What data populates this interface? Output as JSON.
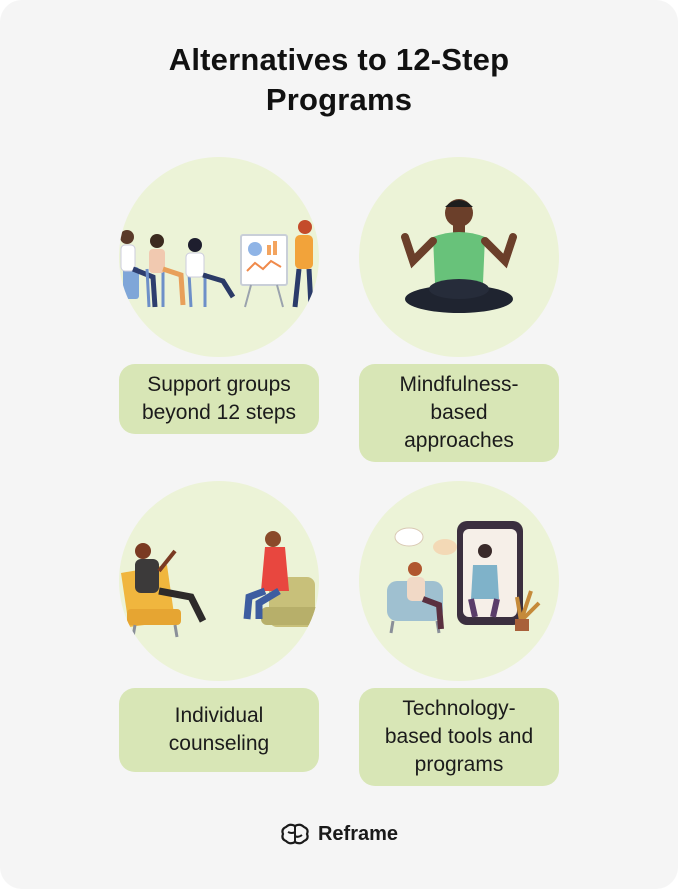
{
  "title": {
    "line1": "Alternatives to 12-Step",
    "line2": "Programs"
  },
  "cards": [
    {
      "label_lines": [
        "Support groups",
        "beyond 12 steps"
      ],
      "icon": "support-group-illustration"
    },
    {
      "label_lines": [
        "Mindfulness-",
        "based",
        "approaches"
      ],
      "icon": "meditation-illustration"
    },
    {
      "label_lines": [
        "Individual",
        "counseling"
      ],
      "icon": "counseling-illustration"
    },
    {
      "label_lines": [
        "Technology-",
        "based tools and",
        "programs"
      ],
      "icon": "technology-illustration"
    }
  ],
  "brand": {
    "name": "Reframe",
    "icon": "brain-logo-icon"
  },
  "colors": {
    "background": "#f5f5f5",
    "circle": "#ecf3d7",
    "label_bg": "#d8e6b6",
    "text": "#111111"
  }
}
